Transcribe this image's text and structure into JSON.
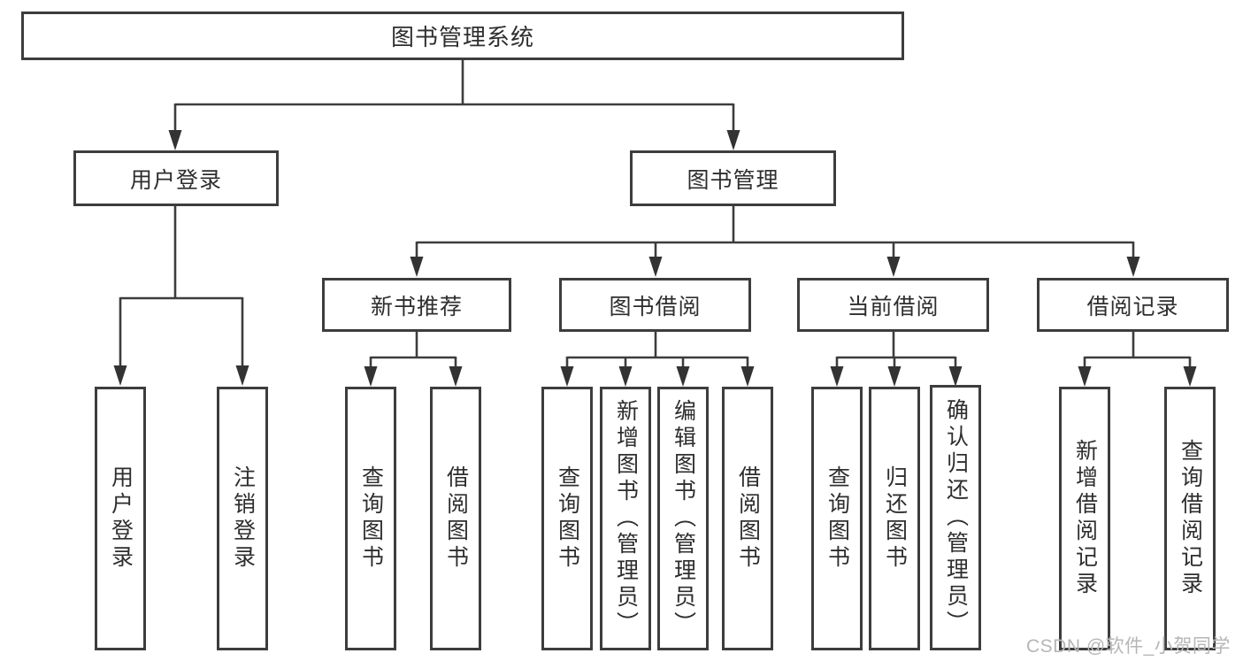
{
  "diagram": {
    "title": "图书管理系统",
    "branches": [
      {
        "label": "用户登录",
        "children": [
          "用户登录",
          "注销登录"
        ]
      },
      {
        "label": "图书管理",
        "groups": [
          {
            "label": "新书推荐",
            "children": [
              "查询图书",
              "借阅图书"
            ]
          },
          {
            "label": "图书借阅",
            "children": [
              "查询图书",
              "新增图书（管理员）",
              "编辑图书（管理员）",
              "借阅图书"
            ]
          },
          {
            "label": "当前借阅",
            "children": [
              "查询图书",
              "归还图书",
              "确认归还（管理员）"
            ]
          },
          {
            "label": "借阅记录",
            "children": [
              "新增借阅记录",
              "查询借阅记录"
            ]
          }
        ]
      }
    ],
    "watermark": "CSDN @软件_小贺同学",
    "colors": {
      "line": "#3d3d3d",
      "box_border": "#3d3d3d",
      "text": "#2e2e2e",
      "watermark": "#b6b6b6",
      "background": "#ffffff"
    }
  }
}
